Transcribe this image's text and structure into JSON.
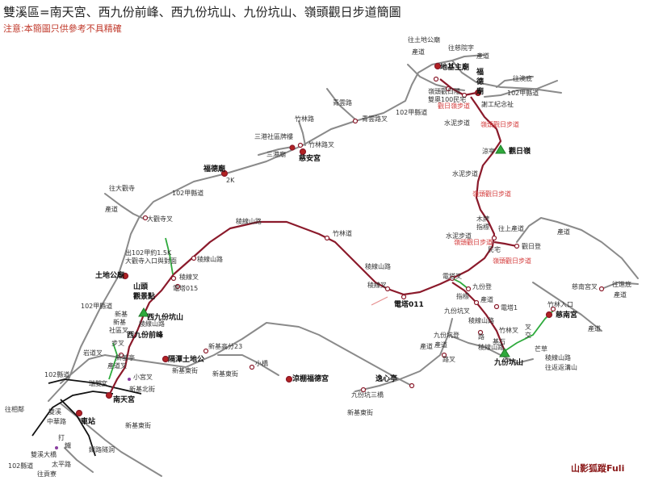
{
  "title": "雙溪區=南天宮、西九份前峰、西九份坑山、九份坑山、嶺頭觀日步道簡圖",
  "note": "注意:本簡圖只供參考不具精確",
  "credit": "山影狐蹤Fuli",
  "colors": {
    "road": "#8a8a8a",
    "trail": "#8b1a2b",
    "alt_trail": "#2eaa3c",
    "poi": "#b22222",
    "node": "#ffffff"
  },
  "places": {
    "tudigong_top": "往土地公廟",
    "chandao_1": "產道",
    "dichi_zhumiao": "地基主廟",
    "wang_cishayuan": "往慈院字",
    "chandao_2": "產道",
    "fude_1": "福",
    "fude_2": "德",
    "fude_3": "廟",
    "wang_aodi": "往澳底",
    "lingtou_guanri_yin": "嶺頭觀日隱",
    "shuangao_100": "雙奧100民宅",
    "guanri_ling_bu": "觀日嶺步道",
    "xian_jinian": "謝工紀念祉",
    "road_102_a": "102甲縣道",
    "qingyun_lu": "青雲路",
    "zhulin_lu_a": "竹林路",
    "qingyun_cha": "青雲路叉",
    "road_102_b": "102甲縣道",
    "sanguang_pai": "三港社區牌樓",
    "zhulin_cha": "竹林路叉",
    "shuini_bu_1": "水泥步道",
    "lingtou_bu_1": "嶺頭觀日步道",
    "sangang_miao": "三港廟",
    "ciangong": "慈安宮",
    "liangting": "涼亭",
    "guanri_ling": "觀日嶺",
    "fude_miao": "福德廟",
    "km_2k": "2K",
    "shuini_bu_2": "水泥步道",
    "wang_dagu": "往大觀寺",
    "road_102_c": "102甲縣道",
    "lingtou_bu_2": "嶺頭觀日步道",
    "chandao_3": "產道",
    "daguansi_cha": "大觀寺叉",
    "lengxian_lu_a": "稜線山路",
    "muxing_1": "木牌",
    "muxing_2": "指標",
    "zhulin_dao": "竹林道",
    "shuini_bu_3": "水泥步道",
    "lingtou_bu_3": "嶺頭觀日步道",
    "yuanshou_chadao": "往上產道",
    "chandao_4": "產道",
    "guanri_deng": "觀日登",
    "chu_102": "出102甲約1.5K",
    "dagu_rukou": "大觀寺入口與對面",
    "lengxian_lu_b": "稜線山路",
    "lengxian_lu_c": "稜線山路",
    "minzhai": "民宅",
    "lingtou_bu_4": "嶺頭觀日步道",
    "lengxian_cha_a": "稜線叉",
    "tudigong": "土地公廟",
    "diantai_015": "電塔015",
    "yuanta_cha_a": "電塔叉",
    "lengxian_cha_b": "稜線叉",
    "jiufen_deng": "九份登",
    "cinan_gong_cha": "慈南宮叉",
    "wang_jianzao": "往進底",
    "shantou_1": "山頭",
    "shantou_2": "觀景點",
    "diantai_011": "電塔011",
    "zhibiao": "指標",
    "chandao_5": "產道",
    "diantai_1": "電塔1",
    "zhulin_rukou": "竹林入口",
    "chandao_6": "產道",
    "road_102_d": "102甲縣道",
    "xin_ji_1": "新基",
    "xijiufen_kengshan": "西九份坑山",
    "lengxian_lu_d": "稜線山路",
    "jiufen_kengcha": "九份坑叉",
    "lengxian_lu_e": "稜線山路",
    "cinan_gong": "慈南宮",
    "xin_ji_2": "新基",
    "xijiufen_qianfeng": "西九份前峰",
    "zhulin_cha_b": "竹林叉",
    "cha": "叉",
    "xin_ji_she": "社區叉",
    "chetanjian": "車道叉",
    "jiufen_kengdeng": "九份坑登",
    "lengxian_lu_f": "稜線山路",
    "lu": "路",
    "jishi": "基石",
    "jiao": "交",
    "chandao_7": "產道",
    "lengxian_lu_g": "稜線山路",
    "chao": "芒草",
    "lengxian_lu_h": "稜線山路",
    "xin_ji_gaofen23": "新基高分23",
    "bu_cha": "步叉",
    "jichu_kou": "岩道叉",
    "xin_ji_3": "新基亭",
    "zhulin_chadao": "產道",
    "lu_cha": "路叉",
    "jiufen_kengshan": "九份坑山",
    "wang_fan": "往返返溝山",
    "geliao_tudigong": "隔潭土地公",
    "xiaoqiao": "小橋",
    "wan_chadao": "產道叉",
    "xin_ji_dongjie": "新基東街",
    "xin_ji_dongjie_b": "新基東街",
    "xiaogong": "小宮叉",
    "road_102_e": "102縣道",
    "liangshan_fude": "涼棚福德宮",
    "yixin_ting": "逸心亭",
    "wang_xiangyu": "往相鄰",
    "nantian_gong": "南天宮",
    "xin_ji_bei": "新基北街",
    "jiufen_kengsanqiao": "九份坑三橋",
    "chadao_a": "產道",
    "xin_ji_dongjie_c": "新基東街",
    "shuangxi_car": "雙溪",
    "zhonghua_lu": "中華路",
    "chezhan": "車站",
    "xin_ji_dong": "新基東街",
    "da": "打",
    "tiedao": "鐵",
    "tiedao_suidao": "鐵路隧洞",
    "shuangxi_dajiao": "雙溪大橋",
    "taiping_lu": "太平路",
    "road_102_f": "102縣道",
    "wang_gongliao": "往貢寮",
    "ruleng": "瑞雙",
    "tang": "宮"
  }
}
